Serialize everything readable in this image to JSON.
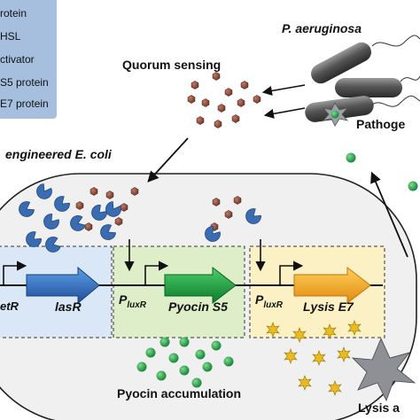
{
  "legend": {
    "items": [
      "rotein",
      "HSL",
      "ctivator",
      "S5 protein",
      "E7 protein"
    ]
  },
  "labels": {
    "bacterium": "P. aeruginosa",
    "quorum": "Quorum sensing",
    "pathogen": "Pathoge",
    "engineered": "engineered E. coli",
    "promoter_left": "etR",
    "gene_lasR": "lasR",
    "p_luxR": "P",
    "p_luxR_sub": "luxR",
    "gene_pyocin": "Pyocin S5",
    "gene_lysis": "Lysis E7",
    "pyocin_accum": "Pyocin accumulation",
    "lysis_label": "Lysis a"
  },
  "colors": {
    "legend_bg": "#9fb8d9",
    "lasR_arrow": "#2f6fc4",
    "pyocin_arrow": "#1e9e3c",
    "lysis_arrow": "#f2a21d",
    "box_blue": "#d6e6f6",
    "box_green": "#ddeec9",
    "box_yellow": "#fbf0c2",
    "cell_fill": "#f1f1f1",
    "hsl": "#8a4a3a",
    "activator": "#3f6fb5",
    "pyocin_dot": "#22a04a",
    "lysis_star": "#e3b51c"
  }
}
